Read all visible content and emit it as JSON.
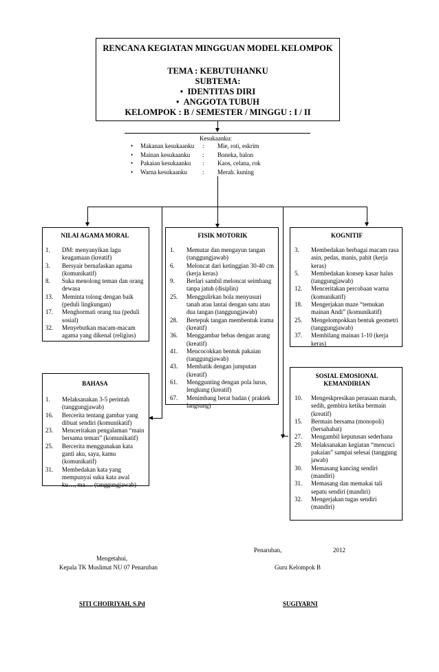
{
  "header": {
    "title": "RENCANA KEGIATAN MINGGUAN MODEL KELOMPOK",
    "tema": "TEMA : KEBUTUHANKU",
    "subtema": "SUBTEMA:",
    "sub1": "IDENTITAS DIRI",
    "sub2": "ANGGOTA TUBUH",
    "kelompok": "KELOMPOK : B / SEMESTER / MINGGU : I / II"
  },
  "kesukaan": {
    "title": "Kesukaanku:",
    "rows": [
      {
        "label": "Makanan kesukaanku",
        "sep": ":",
        "value": "Mie, roti, eskrim"
      },
      {
        "label": "Mainan kesukaanku",
        "sep": ":",
        "value": "Boneka, balon"
      },
      {
        "label": "Pakaian kesukaanku",
        "sep": ":",
        "value": "Kaos, celana, rok"
      },
      {
        "label": "Warna kesukaanku",
        "sep": ":",
        "value": "Merah. kuning"
      }
    ]
  },
  "agama": {
    "title": "NILAI AGAMA MORAL",
    "items": [
      {
        "n": "1.",
        "t": "DM: menyanyikan lagu keagamaan (kreatif)"
      },
      {
        "n": "3.",
        "t": "Bersyair bernafaskan agama (komunikatif)"
      },
      {
        "n": "8.",
        "t": "Suka menolong teman dan orang dewasa"
      },
      {
        "n": "13.",
        "t": "Meminta tolong dengan baik (peduli lingkungan)"
      },
      {
        "n": "17.",
        "t": "Menghormati orang tua (peduli sosial)"
      },
      {
        "n": "32.",
        "t": "Menyebutkan macam-macam agama yang dikenal (religius)"
      }
    ]
  },
  "fisik": {
    "title": "FISIK MOTORIK",
    "items": [
      {
        "n": "1.",
        "t": "Memutar dan mengayun tangan (tanggungjawab)"
      },
      {
        "n": "6.",
        "t": "Meloncat dari ketinggian 30-40 cm (kerja keras)"
      },
      {
        "n": "9.",
        "t": "Berlari sambil meloncat seimbang tanpa jatuh (disiplin)"
      },
      {
        "n": "25.",
        "t": "Menggulirkan bola menyusuri tanah atau lantai dengan satu atau dua tangan (tanggungjawab)"
      },
      {
        "n": "28.",
        "t": "Bertepuk tangan membentuk irama (kreatif)"
      },
      {
        "n": "36.",
        "t": "Menggambar bebas dengan arang (kreatif)"
      },
      {
        "n": "41.",
        "t": "Mencocokkan bentuk pakaian (tanggungjawab)"
      },
      {
        "n": "43.",
        "t": "Membatik dengan jumputan (kreatif)"
      },
      {
        "n": "61.",
        "t": "Menggunting dengan pola lurus, lengkung (kreatif)"
      },
      {
        "n": "67.",
        "t": "Menimbang berat badan ( praktek langsung)"
      }
    ]
  },
  "kognitif": {
    "title": "KOGNITIF",
    "items": [
      {
        "n": "3.",
        "t": "Membedakan berbagai macam rasa asin, pedas, manis, pahit (kerja keras)"
      },
      {
        "n": "5.",
        "t": "Membedakan konsep kasar halus (tanggungjawab)"
      },
      {
        "n": "12.",
        "t": "Menceritakan percobaan warna (komunikatif)"
      },
      {
        "n": "18.",
        "t": "Mengerjakan maze “temukan mainan Andi” (komunikatif)"
      },
      {
        "n": "25.",
        "t": "Mengelompokkan bentuk geometri (tanggungjawab)"
      },
      {
        "n": "37.",
        "t": "Membilang mainan 1-10 (kerja keras)"
      }
    ]
  },
  "bahasa": {
    "title": "BAHASA",
    "items": [
      {
        "n": "1.",
        "t": "Melaksanakan 3-5 perintah (tanggungjawab)"
      },
      {
        "n": "16.",
        "t": "Bercerita tentang gambar yang dibuat sendiri (komunikatif)"
      },
      {
        "n": "23.",
        "t": "Menceritakan pengalaman “main bersama teman” (komunikatif)"
      },
      {
        "n": "25.",
        "t": "Bercerita menggunakan kata ganti aku, saya, kamu (komunikatif)"
      },
      {
        "n": "31.",
        "t": "Membedakan kata yang mempunyai suku kata awal ku…, ma…. (tanggungjawab)"
      }
    ]
  },
  "sosial": {
    "title": "SOSIAL EMOSIONAL KEMANDIRIAN",
    "items": [
      {
        "n": "10.",
        "t": "Mengeskpresikan perasaan marah, sedih, gembira ketika bermain (kreatif)"
      },
      {
        "n": "15.",
        "t": "Bermain bersama (monopoli) (bersahabat)"
      },
      {
        "n": "27.",
        "t": "Mengambil keputusan sederhana"
      },
      {
        "n": "29.",
        "t": "Melaksanakan kegiatan “mencuci pakaian” sampai selesai (tanggung jawab)"
      },
      {
        "n": "30.",
        "t": "Memasang kancing sendiri (mandiri)"
      },
      {
        "n": "31.",
        "t": "Memasang dan memakai tali sepatu sendiri (mandiri)"
      },
      {
        "n": "32.",
        "t": "Mengerjakan tugas sendiri (mandiri)"
      }
    ]
  },
  "signature": {
    "place_date": "Penaruban,",
    "year": "2012",
    "mengetahui": "Mengetahui,",
    "kepala": "Kepala TK Muslimat NU 07 Penaruban",
    "guru": "Guru Kelompok B",
    "kepala_name": "SITI CHOIRIYAH, S.Pd",
    "guru_name": "SUGIYARNI"
  }
}
